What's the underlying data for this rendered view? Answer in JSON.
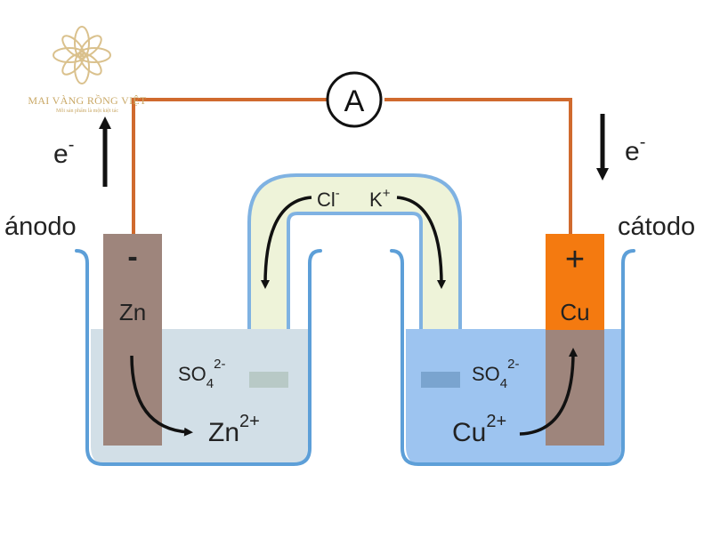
{
  "logo": {
    "name": "MAI VÀNG RỒNG VIỆT",
    "tagline": "Mỗi sản phẩm là một kiệt tác",
    "color": "#c9a866"
  },
  "ammeter": {
    "label": "A"
  },
  "anode": {
    "label": "ánodo",
    "sign": "-",
    "metal": "Zn",
    "electrode_color": "#9e857c"
  },
  "cathode": {
    "label": "cátodo",
    "sign": "+",
    "metal": "Cu",
    "electrode_color": "#f47a10"
  },
  "electron_left": {
    "symbol": "e",
    "charge": "-"
  },
  "electron_right": {
    "symbol": "e",
    "charge": "-"
  },
  "salt_bridge": {
    "anion": {
      "symbol": "Cl",
      "charge": "-"
    },
    "cation": {
      "symbol": "K",
      "charge": "+"
    }
  },
  "left_beaker": {
    "sulfate": {
      "base": "SO",
      "sub": "4",
      "charge": "2-"
    },
    "ion": {
      "symbol": "Zn",
      "charge": "2+"
    },
    "solution_color": "#d2dfe7"
  },
  "right_beaker": {
    "sulfate": {
      "base": "SO",
      "sub": "4",
      "charge": "2-"
    },
    "ion": {
      "symbol": "Cu",
      "charge": "2+"
    },
    "solution_color": "#9dc4f0"
  },
  "colors": {
    "wire": "#d06a2e",
    "glass": "#5d9fd8",
    "bridge_fill": "#eef3d9"
  }
}
